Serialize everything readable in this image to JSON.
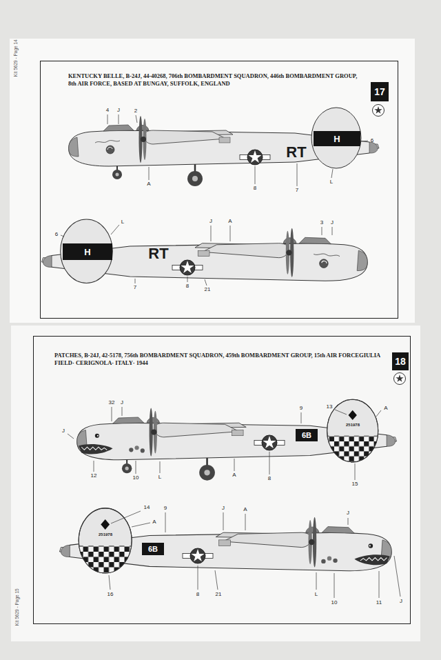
{
  "diagram": {
    "nodes": [
      {
        "text": [
          "KENTUCKY BELLE, B-24J, 44-40268, 706th BOMBARDMENT SQUADRON, 446th BOMBARDMENT GROUP, 8th AIR FORCE, BASED AT BUNGAY, SUFFOLK, ENGLAND"
        ]
      },
      {
        "text": [
          "17"
        ],
        "in": 0
      },
      {
        "text": [
          "H"
        ],
        "in": 0
      },
      {
        "text": [
          "H"
        ],
        "in": 0
      },
      {
        "text": [
          "PATCHES, B-24J, 42-5178, 756th BOMBARDMENT SQUADRON, 459th BOMBARDMENT GROUP, 15th AIR FORCEGIULIA FIELD· CERIGNOLA· ITALY· 1944"
        ]
      },
      {
        "text": [
          "18"
        ],
        "in": 4
      },
      {
        "text": [
          "6B"
        ],
        "in": 4
      },
      {
        "text": [
          "6B"
        ],
        "in": 4
      }
    ],
    "labels": [
      "Kit 5629 - Page 14",
      "4",
      "J",
      "2",
      "A",
      "RT",
      "6",
      "8",
      "7",
      "L",
      "6",
      "L",
      "J",
      "A",
      "RT",
      "3",
      "J",
      "7",
      "8",
      "21",
      "32",
      "J",
      "9",
      "13",
      "A",
      "J",
      "251978",
      "12",
      "10",
      "L",
      "A",
      "8",
      "15",
      "14",
      "A",
      "251978",
      "9",
      "J",
      "A",
      "J",
      "16",
      "8",
      "21",
      "L",
      "10",
      "11",
      "J",
      "Kit 5629 - Page 15"
    ]
  }
}
